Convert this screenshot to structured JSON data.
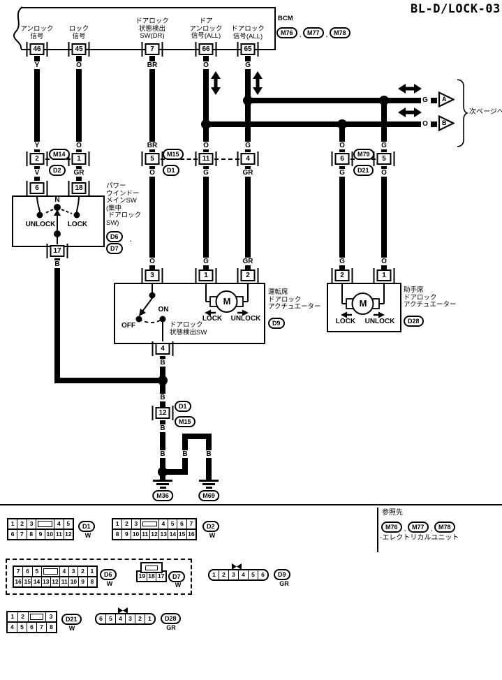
{
  "title": "BL-D/LOCK-03",
  "bcm": {
    "label": "BCM",
    "refs": {
      "a": "M76",
      "b": "M77",
      "c": "M78"
    },
    "sep": ".",
    "pins": [
      {
        "num": "46",
        "label": "アンロック\n信号"
      },
      {
        "num": "45",
        "label": "ロック\n信号"
      },
      {
        "num": "7",
        "label": "ドアロック\n状態検出\nSW(DR)"
      },
      {
        "num": "66",
        "label": "ドア\nアンロック\n信号(ALL)"
      },
      {
        "num": "65",
        "label": "ドアロック\n信号(ALL)"
      }
    ]
  },
  "wire_colors": {
    "y": "Y",
    "o": "O",
    "br": "BR",
    "g": "G",
    "gr": "GR",
    "v": "V",
    "b": "B"
  },
  "next_page": {
    "label": "次ページへ",
    "a": "A",
    "b": "B"
  },
  "connectors": {
    "m14": {
      "pin_left": "2",
      "pin_right": "1",
      "top": "M14",
      "bottom": "D2"
    },
    "m15": {
      "pin": "5",
      "top": "M15",
      "bottom": "D1"
    },
    "door": {
      "pin_left": "11",
      "pin_right": "4"
    },
    "m79": {
      "pin_left": "6",
      "pin_right": "5",
      "top": "M79",
      "bottom": "D21"
    },
    "b12": {
      "pin": "12",
      "top": "D1",
      "bottom": "M15"
    }
  },
  "pw_switch": {
    "pin_left": "6",
    "pin_right": "18",
    "pin_bottom": "17",
    "n": "N",
    "unlock": "UNLOCK",
    "lock": "LOCK",
    "label": "パワー\nウインドー\nメインSW\n(集中\n ドアロック\nSW)",
    "ref_a": "D6",
    "ref_b": "D7",
    "sep": "."
  },
  "driver_actuator": {
    "pin_sw": "3",
    "pin_1": "1",
    "pin_2": "2",
    "pin_bottom": "4",
    "on": "ON",
    "off": "OFF",
    "sw_label": "ドアロック\n状態検出SW",
    "motor": "M",
    "lock": "LOCK",
    "unlock": "UNLOCK",
    "label": "運転席\nドアロック\nアクチュエーター",
    "ref": "D9"
  },
  "passenger_actuator": {
    "pin_2": "2",
    "pin_1": "1",
    "motor": "M",
    "lock": "LOCK",
    "unlock": "UNLOCK",
    "label": "助手席\nドアロック\nアクチュエーター",
    "ref": "D28"
  },
  "grounds": {
    "m36": "M36",
    "m69": "M69"
  },
  "footer": {
    "d1": {
      "row1": [
        "1",
        "2",
        "3",
        "4",
        "5"
      ],
      "row2": [
        "6",
        "7",
        "8",
        "9",
        "10",
        "11",
        "12"
      ],
      "ref": "D1",
      "color": "W"
    },
    "d2": {
      "row1": [
        "1",
        "2",
        "3",
        "4",
        "5",
        "6",
        "7"
      ],
      "row2": [
        "8",
        "9",
        "10",
        "11",
        "12",
        "13",
        "14",
        "15",
        "16"
      ],
      "ref": "D2",
      "color": "W"
    },
    "d6": {
      "row1": [
        "7",
        "6",
        "5",
        "4",
        "3",
        "2",
        "1"
      ],
      "row2": [
        "16",
        "15",
        "14",
        "13",
        "12",
        "11",
        "10",
        "9",
        "8"
      ],
      "ref": "D6",
      "color": "W"
    },
    "d7": {
      "cells": [
        "19",
        "18",
        "17"
      ],
      "ref": "D7",
      "color": "W"
    },
    "d9": {
      "cells": [
        "1",
        "2",
        "3",
        "4",
        "5",
        "6"
      ],
      "ref": "D9",
      "color": "GR"
    },
    "d21": {
      "row1": [
        "1",
        "2",
        "3"
      ],
      "row2": [
        "4",
        "5",
        "6",
        "7",
        "8"
      ],
      "ref": "D21",
      "color": "W"
    },
    "d28": {
      "cells": [
        "6",
        "5",
        "4",
        "3",
        "2",
        "1"
      ],
      "ref": "D28",
      "color": "GR"
    },
    "reference": {
      "title": "参照先",
      "a": "M76",
      "b": "M77",
      "c": "M78",
      "sep": ".",
      "note": "-エレクトリカルユニット"
    }
  }
}
